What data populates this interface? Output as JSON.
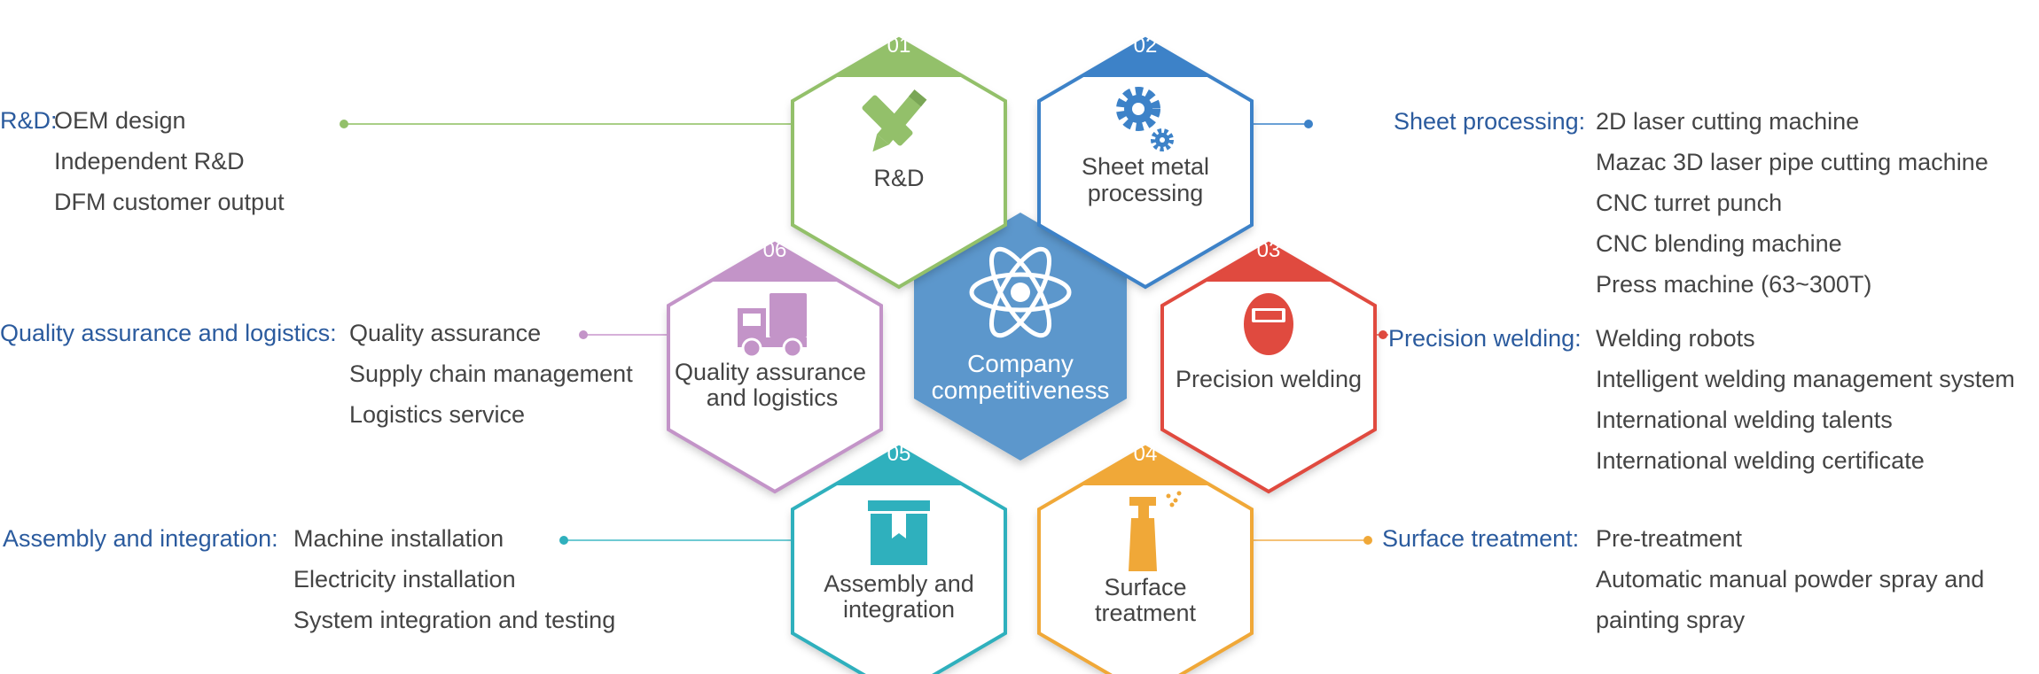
{
  "center": {
    "title_line1": "Company",
    "title_line2": "competitiveness",
    "icon": "atom-icon",
    "color": "#5c97cc"
  },
  "hexes": [
    {
      "key": "rd",
      "number": "01",
      "label_line1": "R&D",
      "label_line2": "",
      "icon": "pencil-ruler-icon",
      "color": "#93c06a"
    },
    {
      "key": "sheet",
      "number": "02",
      "label_line1": "Sheet metal",
      "label_line2": "processing",
      "icon": "gears-icon",
      "color": "#3d82c8"
    },
    {
      "key": "weld",
      "number": "03",
      "label_line1": "Precision welding",
      "label_line2": "",
      "icon": "welding-mask-icon",
      "color": "#e04a3f"
    },
    {
      "key": "surface",
      "number": "04",
      "label_line1": "Surface",
      "label_line2": "treatment",
      "icon": "spray-bottle-icon",
      "color": "#f0a838"
    },
    {
      "key": "assembly",
      "number": "05",
      "label_line1": "Assembly and",
      "label_line2": "integration",
      "icon": "package-icon",
      "color": "#2fb0bd"
    },
    {
      "key": "quality",
      "number": "06",
      "label_line1": "Quality assurance",
      "label_line2": "and logistics",
      "icon": "truck-icon",
      "color": "#c394c8"
    }
  ],
  "groups": {
    "rd": {
      "category": "R&D:",
      "items": [
        "OEM design",
        "Independent R&D",
        "DFM customer output"
      ]
    },
    "quality": {
      "category": "Quality assurance and logistics:",
      "items": [
        "Quality assurance",
        "Supply chain management",
        "Logistics service"
      ]
    },
    "assembly": {
      "category": "Assembly and integration:",
      "items": [
        "Machine installation",
        "Electricity installation",
        "System integration and testing"
      ]
    },
    "sheet": {
      "category": "Sheet processing:",
      "items": [
        "2D laser cutting machine",
        "Mazac 3D laser pipe cutting machine",
        "CNC turret punch",
        "CNC blending machine",
        "Press machine (63~300T)"
      ]
    },
    "weld": {
      "category": "Precision welding:",
      "items": [
        "Welding robots",
        "Intelligent welding management system",
        "International welding talents",
        "International welding certificate"
      ]
    },
    "surface": {
      "category": "Surface treatment:",
      "items": [
        "Pre-treatment",
        "Automatic manual powder spray and",
        "painting spray"
      ]
    }
  }
}
